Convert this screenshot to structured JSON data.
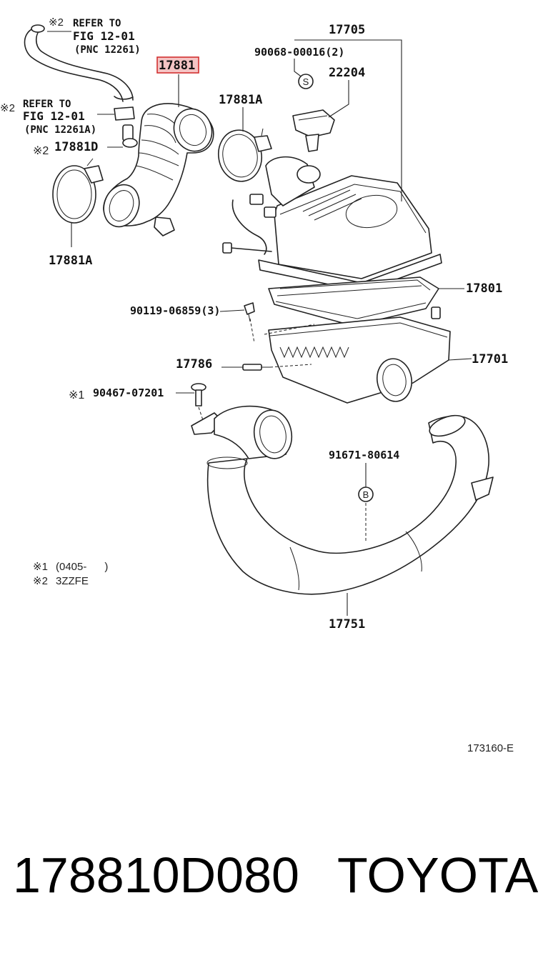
{
  "diagram": {
    "labels": {
      "ref1_mark": "※2",
      "ref1_line1": "REFER TO",
      "ref1_line2": "FIG 12-01",
      "ref1_line3": "(PNC 12261)",
      "ref2_mark": "※2",
      "ref2_line1": "REFER TO",
      "ref2_line2": "FIG 12-01",
      "ref2_line3": "(PNC 12261A)",
      "p17881_highlight": "17881",
      "p17881d_mark": "※2",
      "p17881d": "17881D",
      "p17881a_top": "17881A",
      "p17881a_left": "17881A",
      "p17705": "17705",
      "p90068": "90068-00016(2)",
      "p22204": "22204",
      "s_marker": "S",
      "p17801": "17801",
      "p90119": "90119-06859(3)",
      "p17701": "17701",
      "p17786": "17786",
      "p90467_mark": "※1",
      "p90467": "90467-07201",
      "p91671": "91671-80614",
      "b_marker": "B",
      "p17751": "17751"
    },
    "notes": {
      "note1_mark": "※1",
      "note1_text": "(0405-      )",
      "note2_mark": "※2",
      "note2_text": "3ZZFE"
    },
    "figure_code": "173160-E"
  },
  "footer": {
    "part_number": "178810D080",
    "brand": "TOYOTA"
  },
  "colors": {
    "highlight_fill": "#f4c4c4",
    "highlight_stroke": "#d23030",
    "ink": "#222222"
  }
}
